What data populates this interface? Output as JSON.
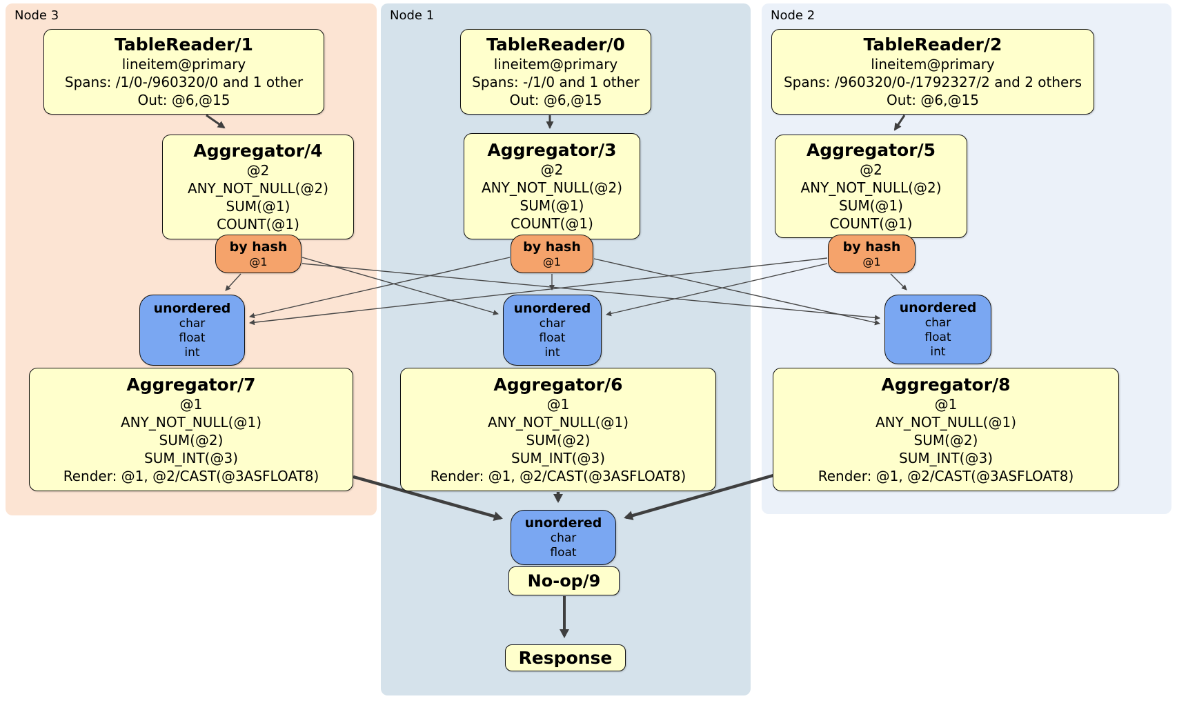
{
  "colors": {
    "node3_bg": "#FCE4D3",
    "node1_bg": "#D5E2EB",
    "node2_bg": "#EBF1F9",
    "processor_fill": "#FFFFCC",
    "router_fill": "#F5A36B",
    "sync_fill": "#7AA7F2",
    "edge": "#474747"
  },
  "nodes": [
    {
      "label": "Node 3",
      "table_reader": {
        "title": "TableReader/1",
        "lines": [
          "lineitem@primary",
          "Spans: /1/0-/960320/0 and 1 other",
          "Out: @6,@15"
        ]
      },
      "aggregator_top": {
        "title": "Aggregator/4",
        "lines": [
          "@2",
          "ANY_NOT_NULL(@2)",
          "SUM(@1)",
          "COUNT(@1)"
        ]
      },
      "router": {
        "title": "by hash",
        "lines": [
          "@1"
        ]
      },
      "sync": {
        "title": "unordered",
        "lines": [
          "char",
          "float",
          "int"
        ]
      },
      "aggregator_bottom": {
        "title": "Aggregator/7",
        "lines": [
          "@1",
          "ANY_NOT_NULL(@1)",
          "SUM(@2)",
          "SUM_INT(@3)",
          "Render: @1, @2/CAST(@3ASFLOAT8)"
        ]
      }
    },
    {
      "label": "Node 1",
      "table_reader": {
        "title": "TableReader/0",
        "lines": [
          "lineitem@primary",
          "Spans: -/1/0 and 1 other",
          "Out: @6,@15"
        ]
      },
      "aggregator_top": {
        "title": "Aggregator/3",
        "lines": [
          "@2",
          "ANY_NOT_NULL(@2)",
          "SUM(@1)",
          "COUNT(@1)"
        ]
      },
      "router": {
        "title": "by hash",
        "lines": [
          "@1"
        ]
      },
      "sync": {
        "title": "unordered",
        "lines": [
          "char",
          "float",
          "int"
        ]
      },
      "aggregator_bottom": {
        "title": "Aggregator/6",
        "lines": [
          "@1",
          "ANY_NOT_NULL(@1)",
          "SUM(@2)",
          "SUM_INT(@3)",
          "Render: @1, @2/CAST(@3ASFLOAT8)"
        ]
      }
    },
    {
      "label": "Node 2",
      "table_reader": {
        "title": "TableReader/2",
        "lines": [
          "lineitem@primary",
          "Spans: /960320/0-/1792327/2 and 2 others",
          "Out: @6,@15"
        ]
      },
      "aggregator_top": {
        "title": "Aggregator/5",
        "lines": [
          "@2",
          "ANY_NOT_NULL(@2)",
          "SUM(@1)",
          "COUNT(@1)"
        ]
      },
      "router": {
        "title": "by hash",
        "lines": [
          "@1"
        ]
      },
      "sync": {
        "title": "unordered",
        "lines": [
          "char",
          "float",
          "int"
        ]
      },
      "aggregator_bottom": {
        "title": "Aggregator/8",
        "lines": [
          "@1",
          "ANY_NOT_NULL(@1)",
          "SUM(@2)",
          "SUM_INT(@3)",
          "Render: @1, @2/CAST(@3ASFLOAT8)"
        ]
      }
    }
  ],
  "final": {
    "sync": {
      "title": "unordered",
      "lines": [
        "char",
        "float"
      ]
    },
    "noop": {
      "title": "No-op/9"
    },
    "response": {
      "title": "Response"
    }
  }
}
